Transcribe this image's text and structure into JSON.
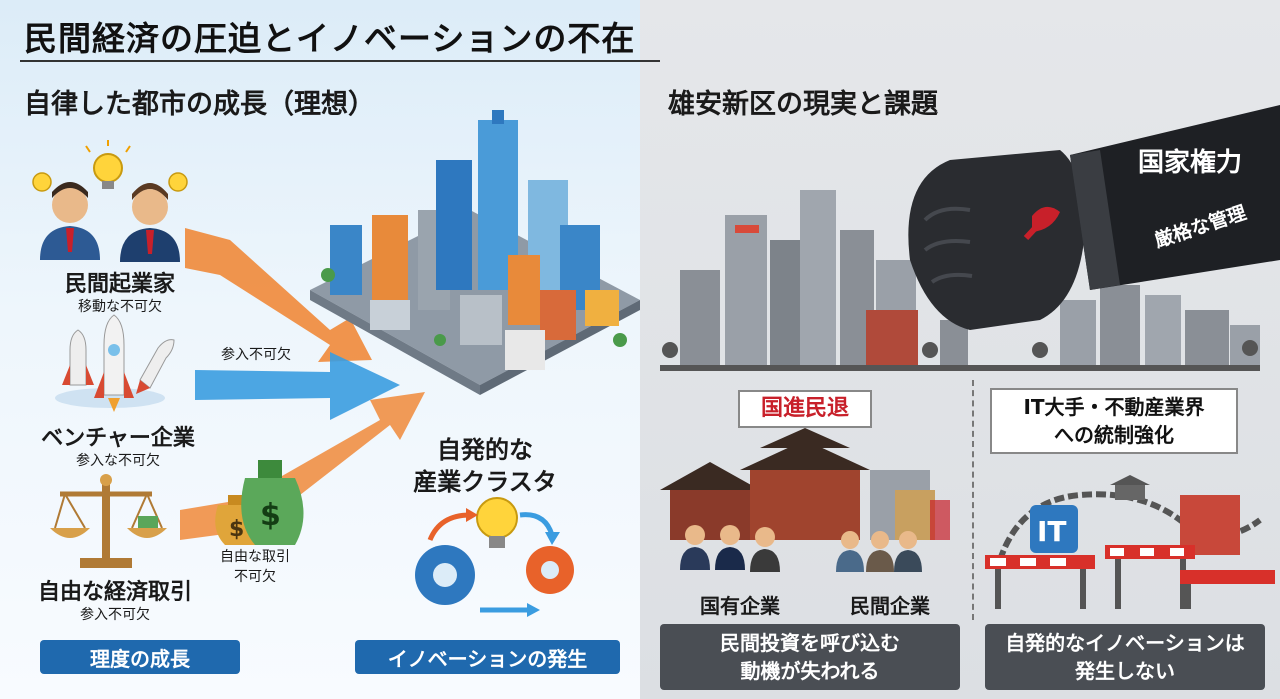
{
  "title": "民間経済の圧迫とイノベーションの不在",
  "left": {
    "heading": "自律した都市の成長（理想）",
    "entrepreneur": {
      "label": "民間起業家",
      "sub": "移動な不可欠"
    },
    "venture": {
      "label": "ベンチャー企業",
      "sub": "参入な不可欠"
    },
    "trade": {
      "label": "自由な経済取引",
      "sub": "参入不可欠"
    },
    "arrow_mid": "参入不可欠",
    "money": {
      "line1": "自由な取引",
      "line2": "不可欠"
    },
    "cluster": {
      "line1": "自発的な",
      "line2": "産業クラスタ"
    },
    "pill_growth": "理度の成長",
    "pill_innovation": "イノベーションの発生",
    "money_symbol": "$"
  },
  "right": {
    "heading": "雄安新区の現実と課題",
    "state_power": "国家権力",
    "strict": "厳格な管理",
    "advance": "国進民退",
    "control": {
      "line1": "IT大手・不動産業界",
      "line2": "への統制強化"
    },
    "soe": "国有企業",
    "private": "民間企業",
    "box1": {
      "line1": "民間投資を呼び込む",
      "line2": "動機が失われる"
    },
    "box2": {
      "line1": "自発的なイノベーションは",
      "line2": "発生しない"
    },
    "it": "IT"
  }
}
